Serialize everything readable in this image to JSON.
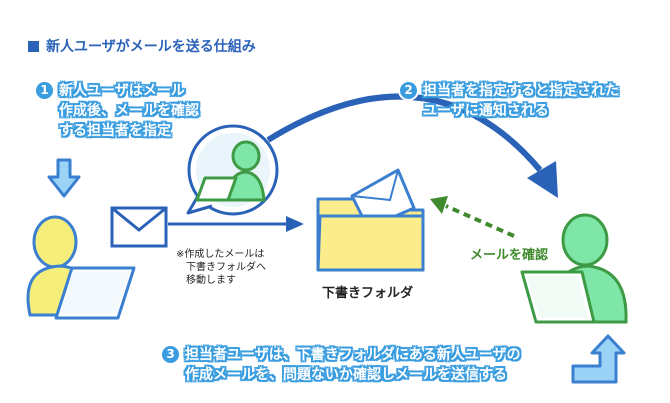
{
  "heading": "新人ユーザがメールを送る仕組み",
  "steps": {
    "s1": {
      "num": "1",
      "lines": [
        "新人ユーザはメール",
        "作成後、メールを確認",
        "する担当者を指定"
      ]
    },
    "s2": {
      "num": "2",
      "lines": [
        "担当者を指定すると指定された",
        "ユーザに通知される"
      ]
    },
    "s3": {
      "num": "3",
      "lines": [
        "担当者ユーザは、下書きフォルダにある新人ユーザの",
        "作成メールを、問題ないか確認しメールを送信する"
      ]
    }
  },
  "note_lines": [
    "※作成したメールは",
    "　下書きフォルダへ",
    "　移動します"
  ],
  "folder_label": "下書きフォルダ",
  "check_label": "メールを確認",
  "colors": {
    "heading": "#2a62b8",
    "step_outline": "#3a9de0",
    "arrow_blue": "#2a62b8",
    "arrow_green": "#3f8a2e",
    "newbie_fill": "#f5ee7a",
    "newbie_stroke": "#3a7fd0",
    "checker_fill": "#7ee6a6",
    "checker_stroke": "#3f9a45",
    "folder_fill": "#fbec8c"
  }
}
